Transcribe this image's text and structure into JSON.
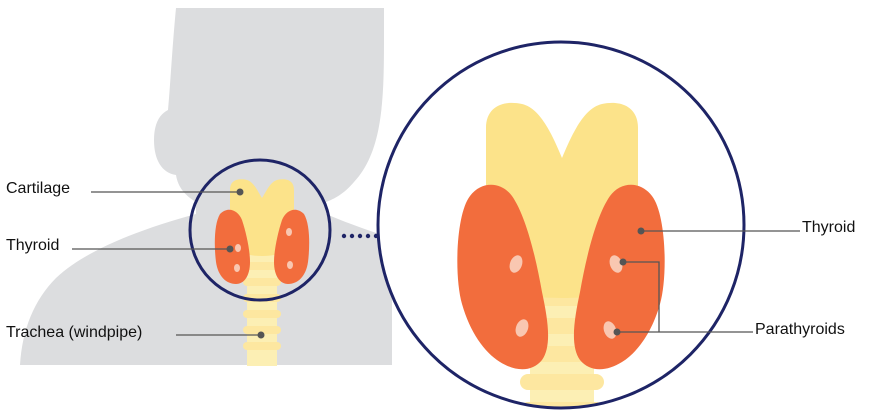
{
  "labels": {
    "cartilage": "Cartilage",
    "thyroid_left": "Thyroid",
    "trachea": "Trachea (windpipe)",
    "thyroid_right": "Thyroid",
    "parathyroids": "Parathyroids"
  },
  "colors": {
    "silhouette": "#dcdddf",
    "cartilage": "#fce38a",
    "thyroid": "#f26d3d",
    "parathyroid": "#f9c7b1",
    "trachea": "#fcefb4",
    "trachea_ring": "#fde7a0",
    "circle_border": "#1e2466",
    "leader_line": "#555555"
  },
  "icons": [
    "human-silhouette",
    "thyroid-gland",
    "magnifier-circle"
  ]
}
